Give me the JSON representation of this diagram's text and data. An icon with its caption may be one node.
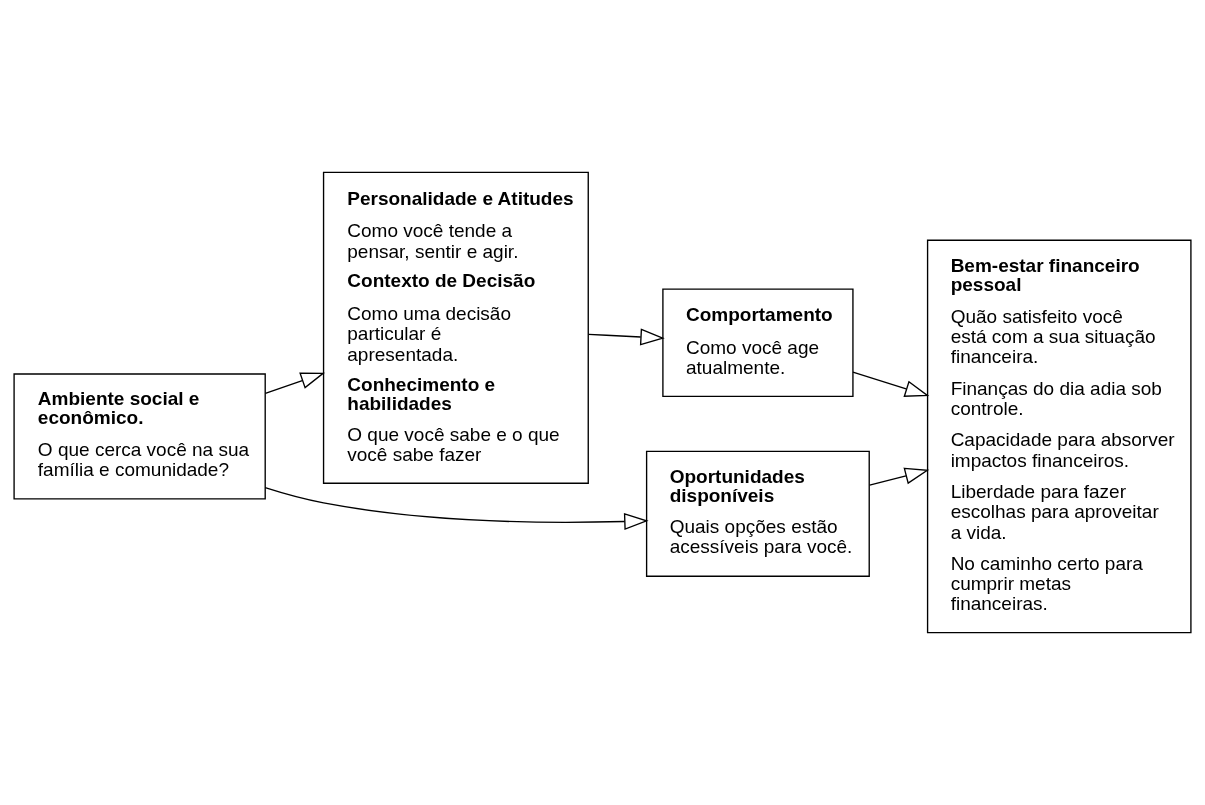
{
  "diagram": {
    "nodes": [
      {
        "text": [
          "Ambiente social e econômico.",
          "O que cerca você na sua família e comunidade?"
        ]
      },
      {
        "text": [
          "Personalidade e Atitudes",
          "Como você tende a pensar, sentir e agir.",
          "Contexto de Decisão",
          "Como uma decisão particular é apresentada.",
          "Conhecimento e habilidades",
          "O que você sabe e o que você sabe fazer"
        ]
      },
      {
        "text": [
          "Comportamento",
          "Como você age atualmente."
        ]
      },
      {
        "text": [
          "Oportunidades disponíveis",
          "Quais opções estão acessíveis para você."
        ]
      },
      {
        "text": [
          "Bem-estar financeiro pessoal",
          "Quão satisfeito você está com a sua situação financeira.",
          "Finanças do dia adia sob controle.",
          "Capacidade para absorver impactos financeiros.",
          "Liberdade para fazer escolhas para aproveitar a vida.",
          "No caminho certo para cumprir metas financeiras."
        ]
      }
    ],
    "edges": [
      {
        "from": 0,
        "to": 1,
        "arrow": "to"
      },
      {
        "from": 0,
        "to": 3,
        "arrow": "to"
      },
      {
        "from": 1,
        "to": 2,
        "arrow": "to"
      },
      {
        "from": 2,
        "to": 4,
        "arrow": "to"
      },
      {
        "from": 3,
        "to": 4,
        "arrow": "to"
      }
    ]
  }
}
